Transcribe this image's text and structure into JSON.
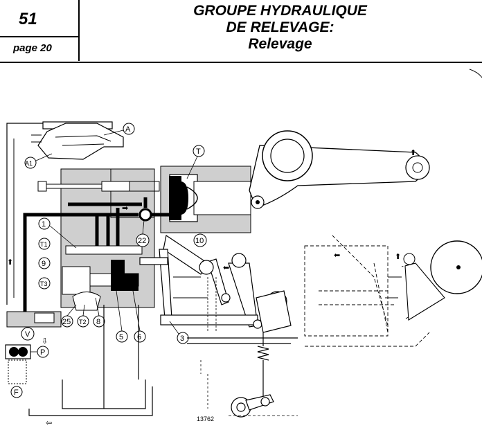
{
  "header": {
    "section_number": "51",
    "page": "page 20",
    "title_line1": "GROUPE HYDRAULIQUE",
    "title_line2": "DE RELEVAGE:",
    "title_line3": "Relevage"
  },
  "diagram": {
    "labels": {
      "A": "A",
      "A1": "A1",
      "T": "T",
      "n10": "10",
      "n1": "1",
      "n22": "22",
      "T1": "T1",
      "n9": "9",
      "T3": "T3",
      "V": "V",
      "n25": "25",
      "T2": "T2",
      "n8": "8",
      "n5": "5",
      "n6": "6",
      "n3": "3",
      "P": "P",
      "F": "F"
    },
    "reference": "13762"
  }
}
